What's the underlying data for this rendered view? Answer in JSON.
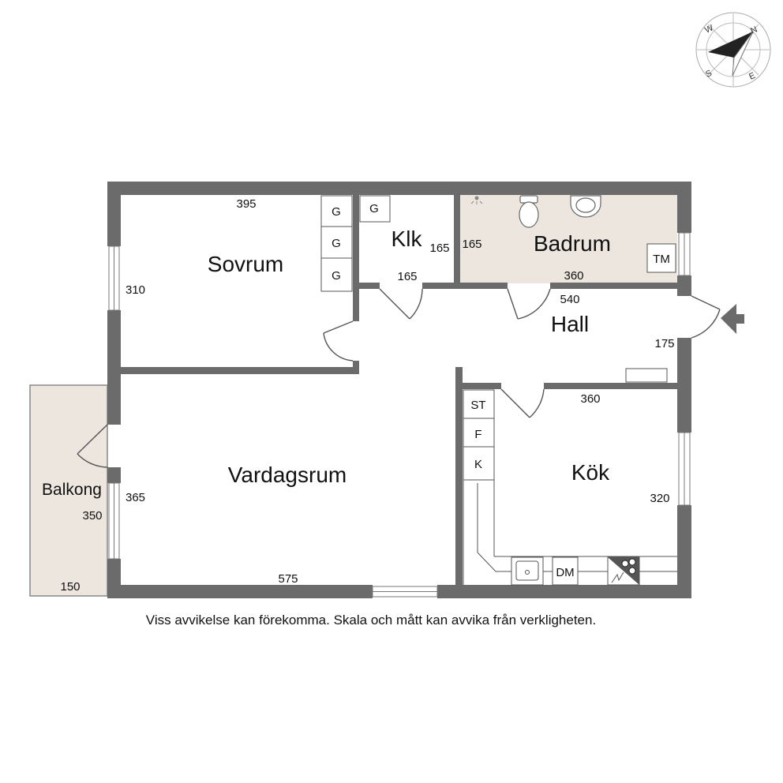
{
  "rooms": {
    "sovrum": "Sovrum",
    "klk": "Klk",
    "badrum": "Badrum",
    "hall": "Hall",
    "vardagsrum": "Vardagsrum",
    "kok": "Kök",
    "balkong": "Balkong"
  },
  "dimensions": {
    "sovrum_width": "395",
    "sovrum_depth": "310",
    "klk_depth": "165",
    "klk_width": "165",
    "badrum_depth": "165",
    "badrum_width": "360",
    "hall_width": "540",
    "hall_depth": "175",
    "kok_width": "360",
    "kok_depth": "320",
    "vardagsrum_depth": "365",
    "vardagsrum_width": "575",
    "balkong_depth": "350",
    "balkong_width": "150"
  },
  "fixtures": {
    "wardrobe_g": "G",
    "washer_tm": "TM",
    "stove_st": "ST",
    "fridge_f": "F",
    "cabinet_k": "K",
    "dishwasher_dm": "DM"
  },
  "compass": {
    "n": "N",
    "e": "E",
    "s": "S",
    "w": "W"
  },
  "disclaimer": "Viss avvikelse kan förekomma. Skala och mått kan avvika från verkligheten.",
  "colors": {
    "wall": "#6b6b6b",
    "wet_area": "#ece6df",
    "balcony": "#ece6df"
  }
}
